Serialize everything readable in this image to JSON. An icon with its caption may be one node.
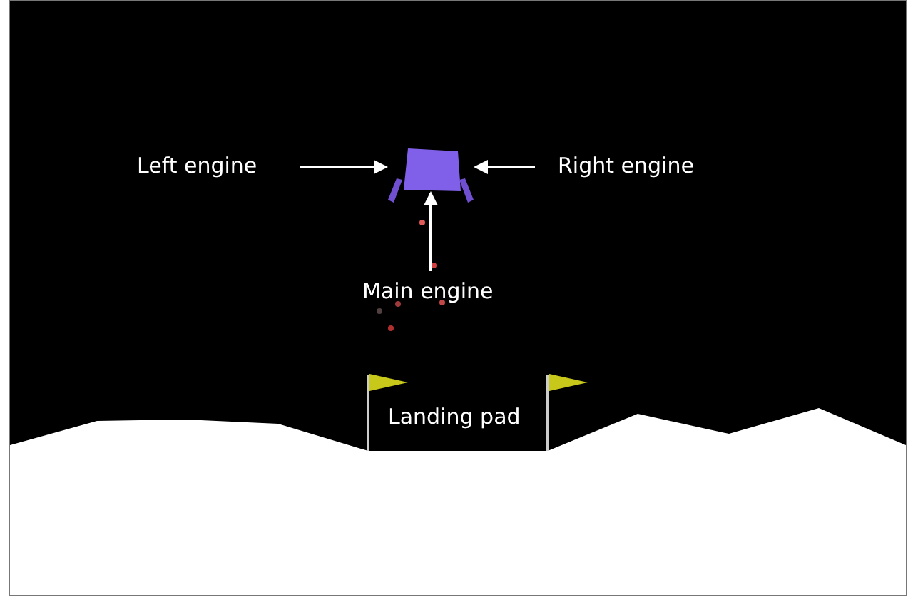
{
  "diagram": {
    "nodes": [
      {
        "text": [
          "Left engine"
        ]
      },
      {
        "text": [],
        "shape": "box"
      },
      {
        "text": [
          "Right engine"
        ]
      },
      {
        "text": [
          "Main engine"
        ]
      }
    ],
    "edges": [
      {
        "from": 0,
        "to": 1,
        "arrow": "to"
      },
      {
        "from": 2,
        "to": 1,
        "arrow": "to"
      },
      {
        "from": 3,
        "to": 1,
        "arrow": "to"
      }
    ],
    "labels": [
      "Landing pad"
    ]
  }
}
